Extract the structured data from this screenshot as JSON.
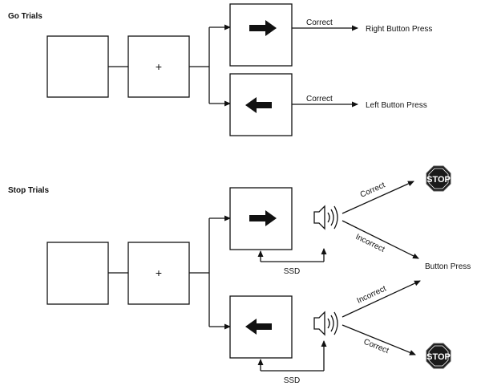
{
  "go_trials": {
    "title": "Go Trials",
    "fixation": "+",
    "right_branch": {
      "edge_label": "Correct",
      "outcome": "Right Button Press"
    },
    "left_branch": {
      "edge_label": "Correct",
      "outcome": "Left Button Press"
    }
  },
  "stop_trials": {
    "title": "Stop Trials",
    "fixation": "+",
    "ssd_label_top": "SSD",
    "ssd_label_bottom": "SSD",
    "top_correct": "Correct",
    "top_incorrect": "Incorrect",
    "bottom_incorrect": "Incorrect",
    "bottom_correct": "Correct",
    "button_press": "Button Press",
    "stop_sign_top": "STOP",
    "stop_sign_bottom": "STOP"
  },
  "icons": {
    "arrow_right": "arrow-right-icon",
    "arrow_left": "arrow-left-icon",
    "speaker": "speaker-icon",
    "stop_sign": "stop-sign-icon"
  },
  "colors": {
    "line": "#111111",
    "stop_sign": "#1a1a1a"
  }
}
